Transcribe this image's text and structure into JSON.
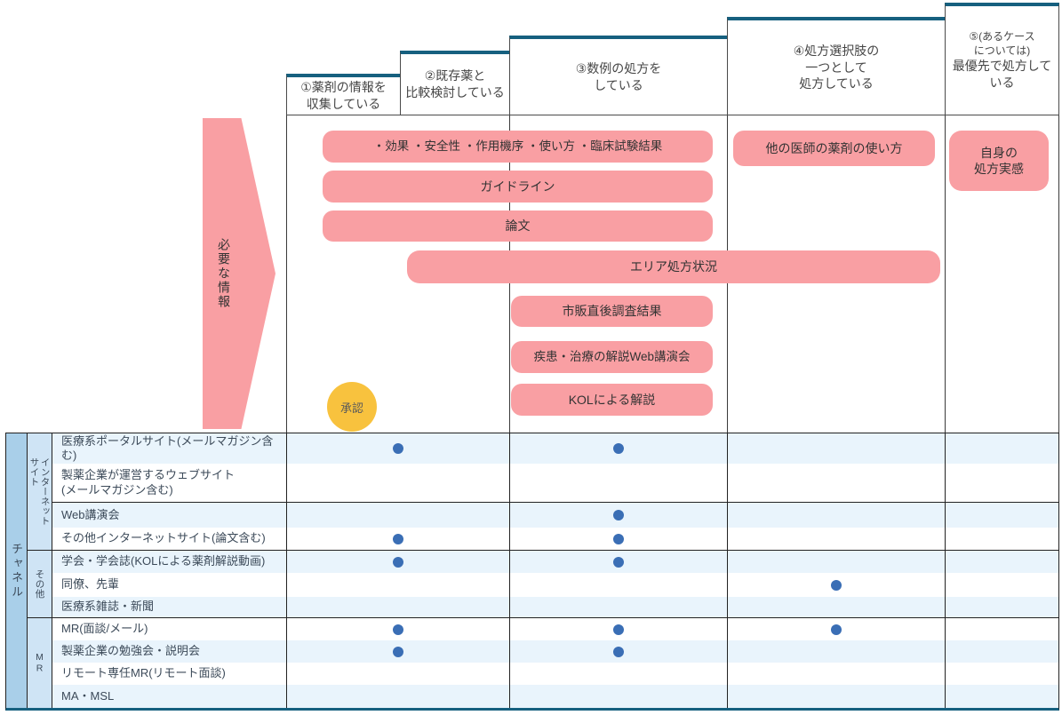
{
  "stages": [
    {
      "id": "1",
      "label": "①薬剤の情報を\n収集している"
    },
    {
      "id": "2",
      "label": "②既存薬と\n比較検討している"
    },
    {
      "id": "3",
      "label": "③数例の処方を\nしている"
    },
    {
      "id": "4",
      "label": "④処方選択肢の\n一つとして\n処方している"
    },
    {
      "id": "5",
      "label_prefix": "⑤(あるケース\nについては)",
      "label": "最優先で処方して\nいる"
    }
  ],
  "needed_info_arrow": {
    "label": "必要な情報"
  },
  "approval_badge": {
    "label": "承認"
  },
  "info_boxes": [
    {
      "label": "・効果 ・安全性 ・作用機序 ・使い方 ・臨床試験結果"
    },
    {
      "label": "ガイドライン"
    },
    {
      "label": "論文"
    },
    {
      "label": "エリア処方状況"
    },
    {
      "label": "市販直後調査結果"
    },
    {
      "label": "疾患・治療の解説Web講演会"
    },
    {
      "label": "KOLによる解説"
    },
    {
      "label": "他の医師の薬剤の使い方"
    },
    {
      "label": "自身の\n処方実感"
    }
  ],
  "channel_table": {
    "axis_label": "チャネル",
    "groups": [
      {
        "label": "インターネットサイト",
        "label_line1": "インターネット",
        "label_line2": "サイト"
      },
      {
        "label": "その他"
      },
      {
        "label": "MR"
      }
    ],
    "dot_columns": [
      "stage1-2",
      "stage3",
      "stage4",
      "stage5"
    ],
    "rows": [
      {
        "name": "医療系ポータルサイト(メールマガジン含む)",
        "dots": [
          0,
          1
        ]
      },
      {
        "name": "製薬企業が運営するウェブサイト\n(メールマガジン含む)",
        "dots": []
      },
      {
        "name": "Web講演会",
        "dots": [
          1
        ]
      },
      {
        "name": "その他インターネットサイト(論文含む)",
        "dots": [
          0,
          1
        ]
      },
      {
        "name": "学会・学会誌(KOLによる薬剤解説動画)",
        "dots": [
          0,
          1
        ]
      },
      {
        "name": "同僚、先輩",
        "dots": [
          2
        ]
      },
      {
        "name": "医療系雑誌・新聞",
        "dots": []
      },
      {
        "name": "MR(面談/メール)",
        "dots": [
          0,
          1,
          2
        ]
      },
      {
        "name": "製薬企業の勉強会・説明会",
        "dots": [
          0,
          1
        ]
      },
      {
        "name": "リモート専任MR(リモート面談)",
        "dots": []
      },
      {
        "name": "MA・MSL",
        "dots": []
      }
    ]
  },
  "colors": {
    "accent_teal": "#16607f",
    "pink": "#f99fa3",
    "approval_yellow": "#f8c23e",
    "dot_blue": "#3a6eb5",
    "row_alt_blue": "#e9f4fc",
    "group_col_blue": "#cfe4f5",
    "channel_col_blue": "#a9cfe9"
  }
}
